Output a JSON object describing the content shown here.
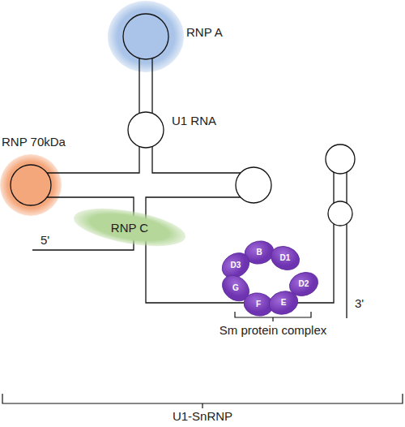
{
  "diagram": {
    "nodes": [
      {
        "text": [
          "RNP A"
        ]
      },
      {
        "text": [
          "RNP 70kDa"
        ]
      },
      {
        "text": [
          "RNP C"
        ]
      },
      {
        "text": [
          "B"
        ]
      },
      {
        "text": [
          "D3"
        ]
      },
      {
        "text": [
          "D1"
        ]
      },
      {
        "text": [
          "G"
        ]
      },
      {
        "text": [
          "D2"
        ]
      },
      {
        "text": [
          "F"
        ]
      },
      {
        "text": [
          "E"
        ]
      }
    ],
    "labels": [
      "U1 RNA",
      "5'",
      "3'",
      "Sm protein complex",
      "U1-SnRNP"
    ]
  }
}
